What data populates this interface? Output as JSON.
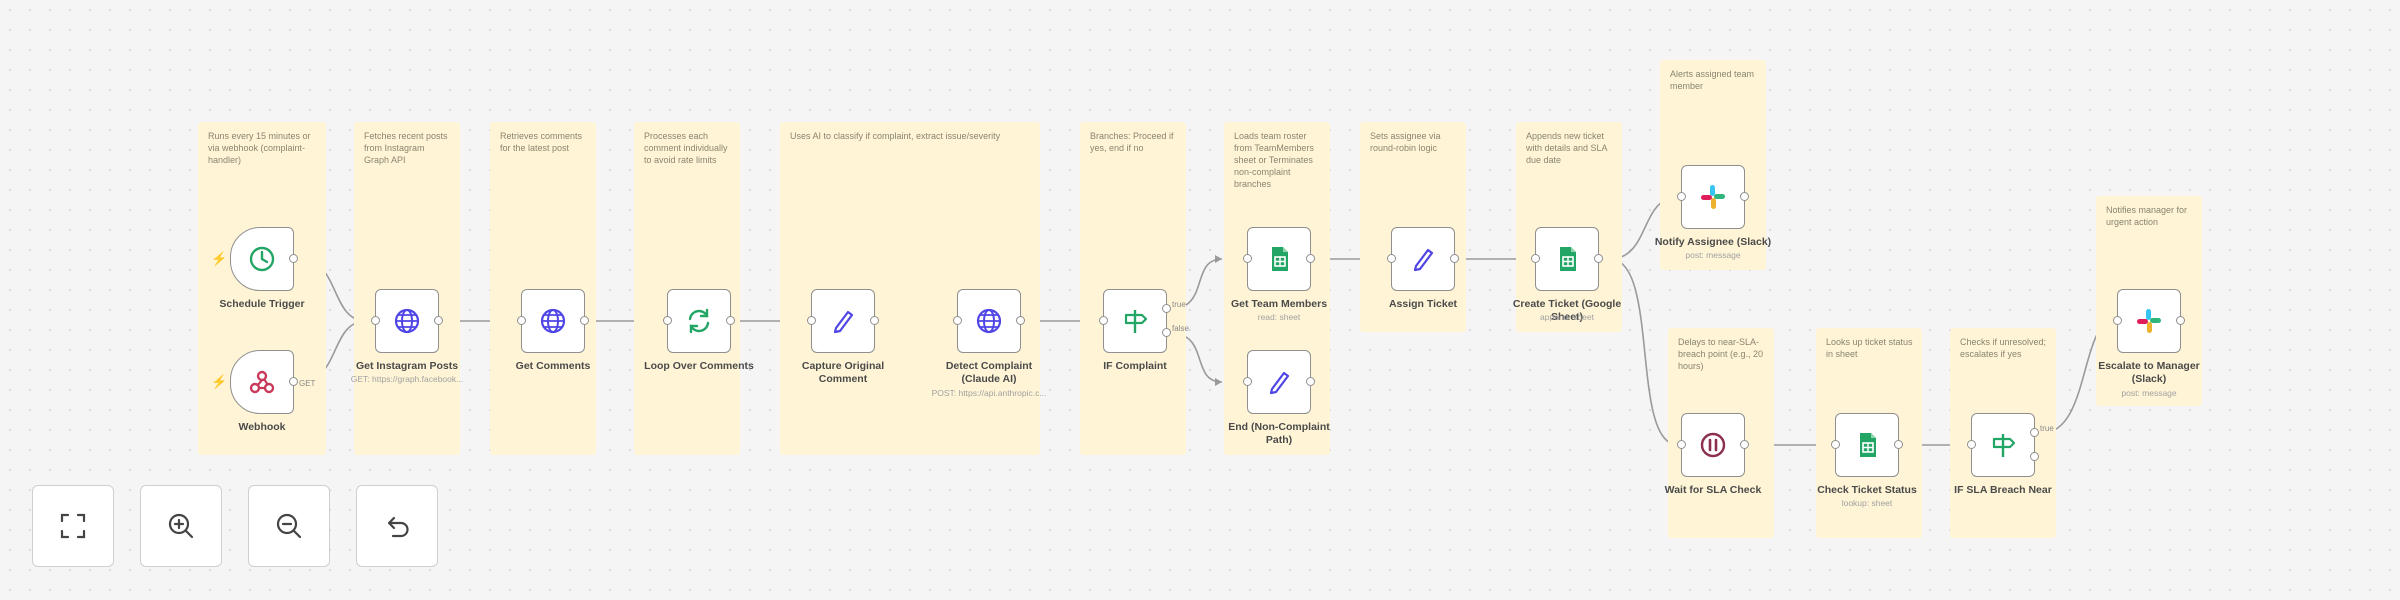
{
  "colors": {
    "sticky": "#fff5d6",
    "edge": "#9a9a9a",
    "trigger": "#e0644b",
    "sheets": "#23a566",
    "http": "#4f46e5",
    "wait": "#8b2e4f"
  },
  "stickies": [
    {
      "text": "Runs every 15 minutes or via webhook (complaint-handler)"
    },
    {
      "text": "Fetches recent posts from Instagram Graph API"
    },
    {
      "text": "Retrieves comments for the latest post"
    },
    {
      "text": "Processes each comment individually to avoid rate limits"
    },
    {
      "text": "Uses AI to classify if complaint, extract issue/severity"
    },
    {
      "text": "Branches: Proceed if yes, end if no"
    },
    {
      "text": "Loads team roster from TeamMembers sheet or Terminates non-complaint branches"
    },
    {
      "text": "Sets assignee via round-robin logic"
    },
    {
      "text": "Appends new ticket with details and SLA due date"
    },
    {
      "text": "Alerts assigned team member"
    },
    {
      "text": "Delays to near-SLA-breach point (e.g., 20 hours)"
    },
    {
      "text": "Looks up ticket status in sheet"
    },
    {
      "text": "Checks if unresolved; escalates if yes"
    },
    {
      "text": "Notifies manager for urgent action"
    }
  ],
  "nodes": {
    "schedule_trigger": {
      "title": "Schedule Trigger",
      "icon": "clock-icon"
    },
    "webhook": {
      "title": "Webhook",
      "icon": "webhook-icon"
    },
    "get_instagram_posts": {
      "title": "Get Instagram Posts",
      "subtitle": "GET: https://graph.facebook...",
      "icon": "globe-icon"
    },
    "get_comments": {
      "title": "Get Comments",
      "icon": "globe-icon"
    },
    "loop_over_comments": {
      "title": "Loop Over Comments",
      "icon": "loop-icon"
    },
    "capture_original_comment": {
      "title": "Capture Original Comment",
      "icon": "pencil-icon"
    },
    "detect_complaint": {
      "title": "Detect Complaint (Claude AI)",
      "subtitle": "POST: https://api.anthropic.c...",
      "icon": "globe-icon"
    },
    "if_complaint": {
      "title": "IF Complaint",
      "icon": "signpost-icon",
      "true_label": "true",
      "false_label": "false"
    },
    "get_team_members": {
      "title": "Get Team Members",
      "subtitle": "read: sheet",
      "icon": "sheets-icon"
    },
    "end_non_complaint": {
      "title": "End (Non-Complaint Path)",
      "icon": "pencil-icon"
    },
    "assign_ticket": {
      "title": "Assign Ticket",
      "icon": "pencil-icon"
    },
    "create_ticket": {
      "title": "Create Ticket (Google Sheet)",
      "subtitle": "append: sheet",
      "icon": "sheets-icon"
    },
    "notify_assignee": {
      "title": "Notify Assignee (Slack)",
      "subtitle": "post: message",
      "icon": "slack-icon"
    },
    "wait_sla": {
      "title": "Wait for SLA Check",
      "icon": "pause-icon"
    },
    "check_ticket_status": {
      "title": "Check Ticket Status",
      "subtitle": "lookup: sheet",
      "icon": "sheets-icon"
    },
    "if_sla_breach": {
      "title": "IF SLA Breach Near",
      "icon": "signpost-icon",
      "true_label": "true"
    },
    "escalate_manager": {
      "title": "Escalate to Manager (Slack)",
      "subtitle": "post: message",
      "icon": "slack-icon"
    }
  },
  "controls": [
    {
      "name": "fit-view-button",
      "icon": "fullscreen-icon"
    },
    {
      "name": "zoom-in-button",
      "icon": "zoom-in-icon"
    },
    {
      "name": "zoom-out-button",
      "icon": "zoom-out-icon"
    },
    {
      "name": "reset-zoom-button",
      "icon": "undo-icon"
    }
  ]
}
